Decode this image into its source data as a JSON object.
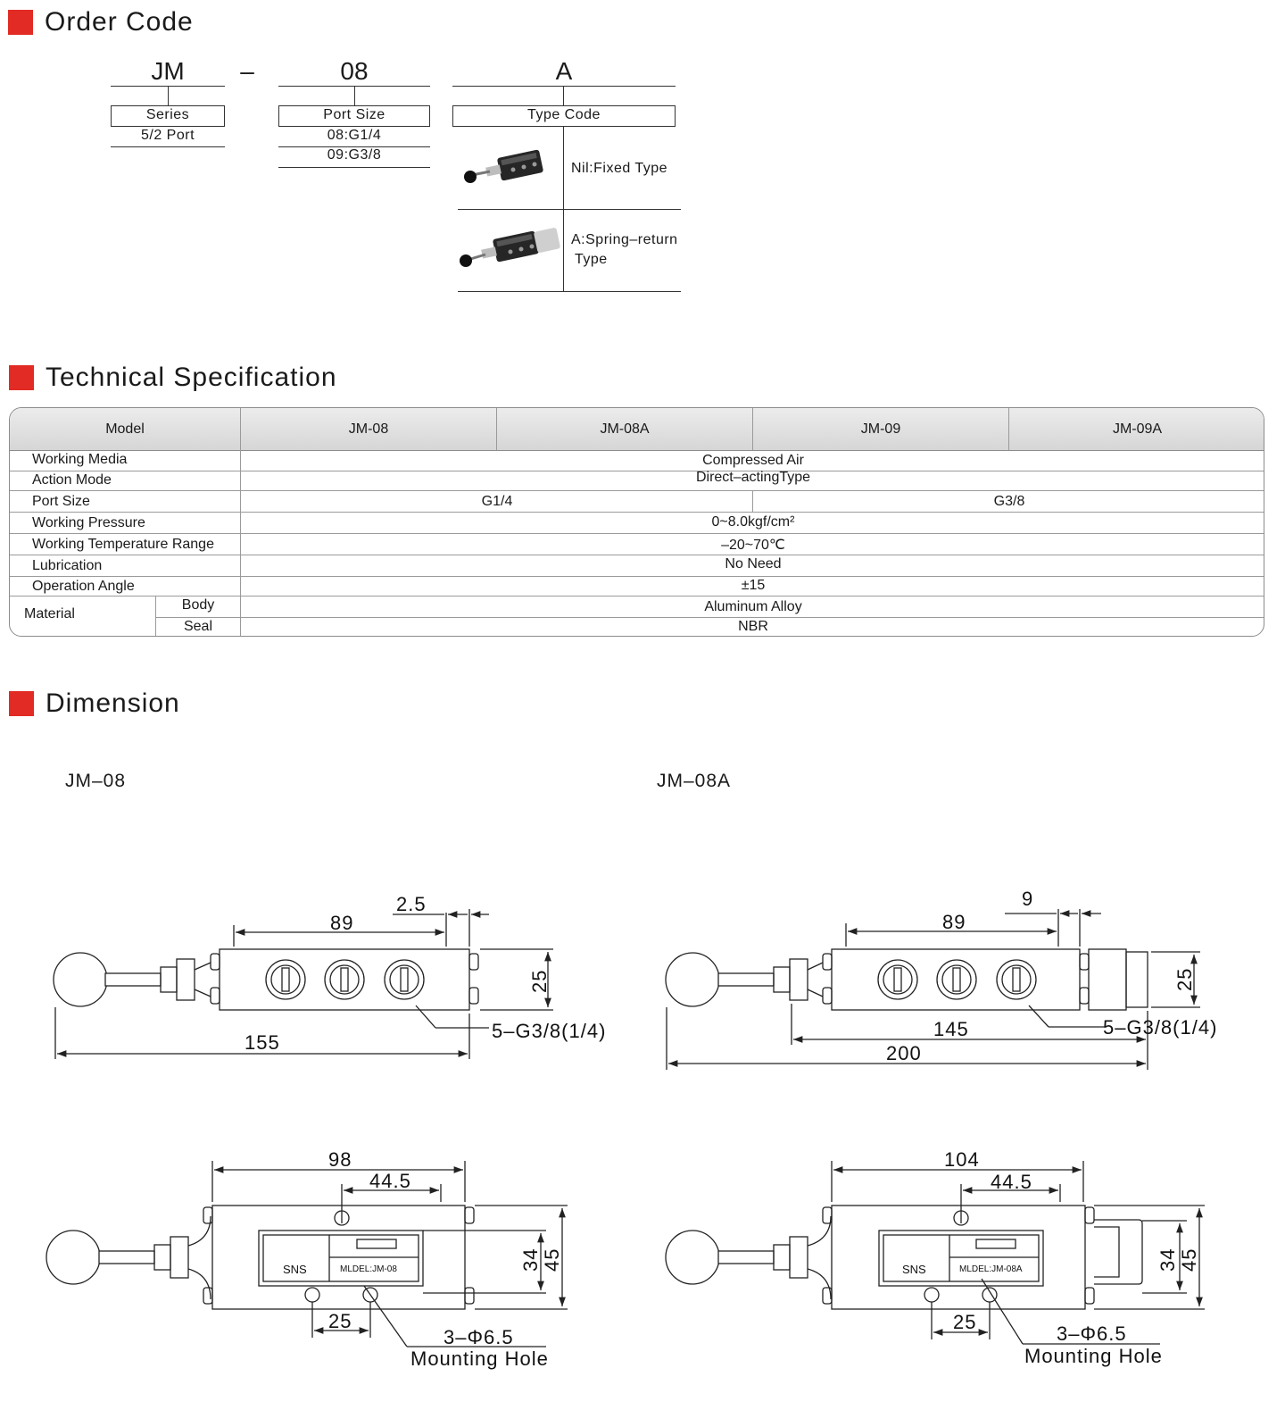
{
  "order_code": {
    "title": "Order Code",
    "code_series": "JM",
    "dash": "–",
    "code_port": "08",
    "code_type": "A",
    "series_label": "Series",
    "series_value": "5/2 Port",
    "port_label": "Port Size",
    "port_values": [
      "08:G1/4",
      "09:G3/8"
    ],
    "type_label": "Type Code",
    "types": [
      {
        "label": "Nil:Fixed Type"
      },
      {
        "label_line1": "A:Spring–return",
        "label_line2": "Type"
      }
    ]
  },
  "tech_spec": {
    "title": "Technical Specification",
    "columns": [
      "Model",
      "JM-08",
      "JM-08A",
      "JM-09",
      "JM-09A"
    ],
    "rows": [
      {
        "label": "Working Media",
        "value": "Compressed Air"
      },
      {
        "label": "Action Mode",
        "value": "Direct–actingType"
      },
      {
        "label": "Port Size",
        "value_a": "G1/4",
        "value_b": "G3/8"
      },
      {
        "label": "Working Pressure",
        "value": "0~8.0kgf/cm²"
      },
      {
        "label": "Working Temperature Range",
        "value": "–20~70℃"
      },
      {
        "label": "Lubrication",
        "value": "No Need"
      },
      {
        "label": "Operation Angle",
        "value": "±15"
      }
    ],
    "material_label": "Material",
    "material_rows": [
      {
        "label": "Body",
        "value": "Aluminum Alloy"
      },
      {
        "label": "Seal",
        "value": "NBR"
      }
    ]
  },
  "dimension": {
    "title": "Dimension",
    "left_model": "JM–08",
    "right_model": "JM–08A",
    "left_top": {
      "d_89": "89",
      "d_gap": "2.5",
      "d_25": "25",
      "d_155": "155",
      "port": "5–G3/8(1/4)"
    },
    "right_top": {
      "d_89": "89",
      "d_gap": "9",
      "d_25": "25",
      "d_145": "145",
      "d_200": "200",
      "port": "5–G3/8(1/4)"
    },
    "left_bottom": {
      "d_total": "98",
      "d_half": "44.5",
      "d_34": "34",
      "d_45": "45",
      "d_25": "25",
      "hole": "3–Φ6.5",
      "hole_label": "Mounting Hole",
      "brand": "SNS",
      "model_text": "MLDEL:JM-08"
    },
    "right_bottom": {
      "d_total": "104",
      "d_half": "44.5",
      "d_34": "34",
      "d_45": "45",
      "d_25": "25",
      "hole": "3–Φ6.5",
      "hole_label": "Mounting Hole",
      "brand": "SNS",
      "model_text": "MLDEL:JM-08A"
    }
  }
}
